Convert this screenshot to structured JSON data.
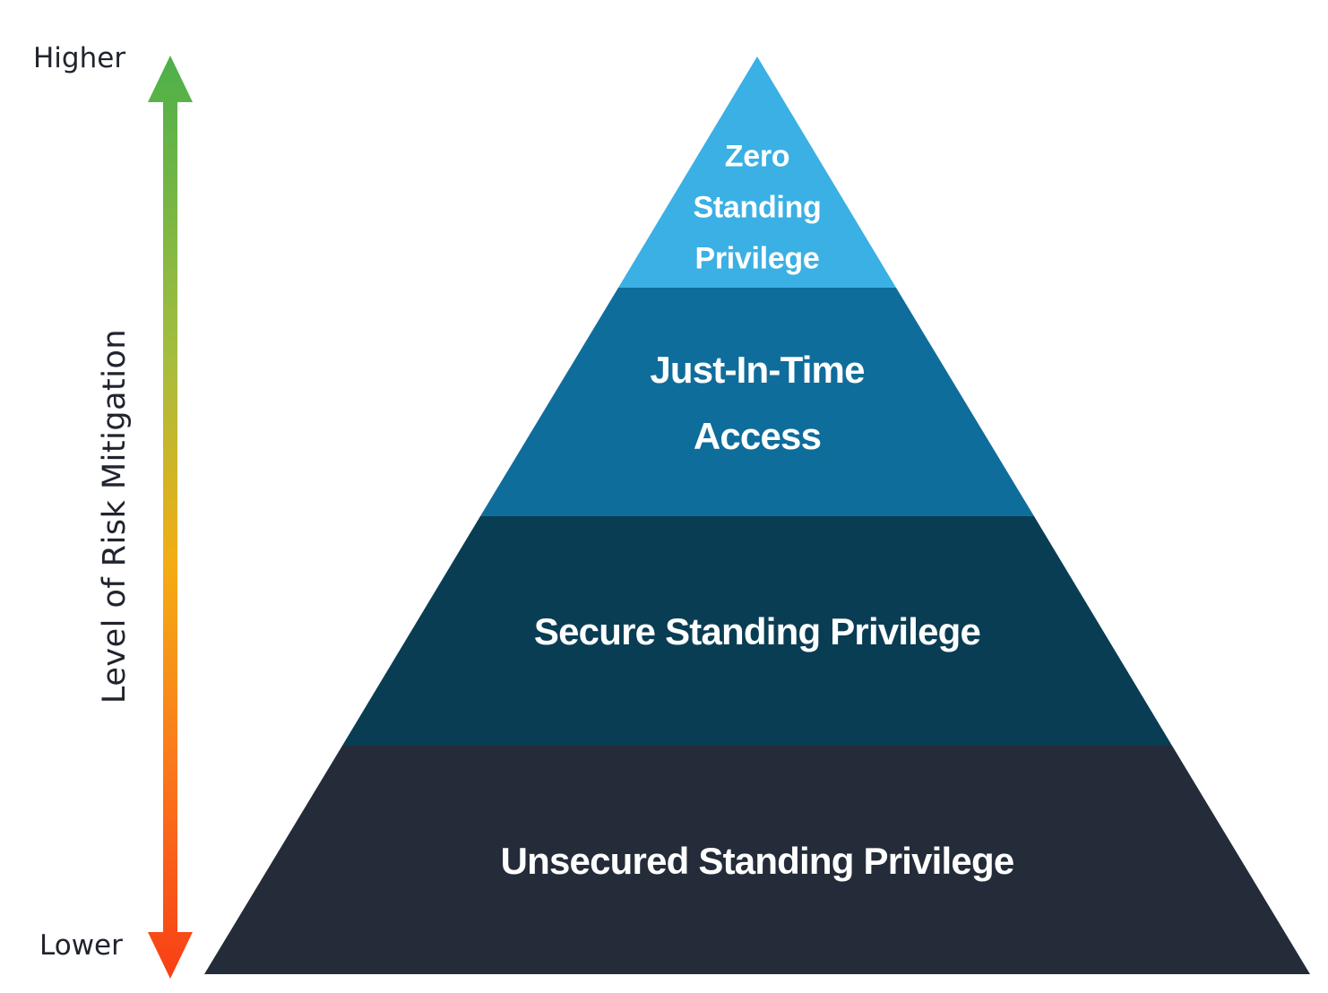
{
  "axis": {
    "higher_label": "Higher",
    "lower_label": "Lower",
    "title": "Level of Risk Mitigation",
    "text_color": "#20242e",
    "gradient_stops": [
      {
        "offset": "0%",
        "color": "#4cb04a"
      },
      {
        "offset": "33%",
        "color": "#a6bd3e"
      },
      {
        "offset": "55%",
        "color": "#f3ad13"
      },
      {
        "offset": "75%",
        "color": "#fa7d1c"
      },
      {
        "offset": "100%",
        "color": "#f83f16"
      }
    ]
  },
  "pyramid": {
    "label_color": "#ffffff",
    "tiers": [
      {
        "label": "Zero Standing Privilege",
        "lines": [
          "Zero",
          "Standing",
          "Privilege"
        ],
        "color": "#3bb0e4",
        "risk_mitigation": "highest"
      },
      {
        "label": "Just-In-Time Access",
        "lines": [
          "Just-In-Time",
          "Access"
        ],
        "color": "#0f6d9b",
        "risk_mitigation": "high"
      },
      {
        "label": "Secure Standing Privilege",
        "lines": [
          "Secure Standing Privilege"
        ],
        "color": "#093d54",
        "risk_mitigation": "low"
      },
      {
        "label": "Unsecured Standing Privilege",
        "lines": [
          "Unsecured Standing Privilege"
        ],
        "color": "#242c39",
        "risk_mitigation": "lowest"
      }
    ]
  }
}
